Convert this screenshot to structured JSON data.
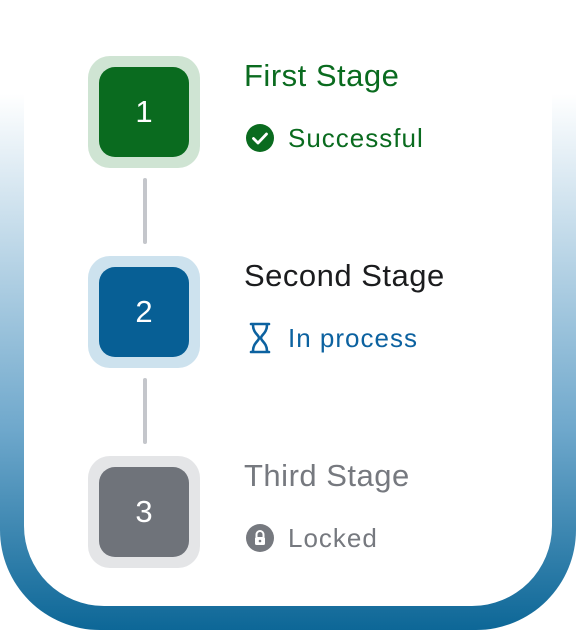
{
  "steps": [
    {
      "number": "1",
      "title": "First Stage",
      "status": "Successful",
      "status_icon": "check-circle-icon",
      "state": "done",
      "colors": {
        "accent": "#0a6b1f",
        "halo": "#cfe4d3",
        "title": "#0a6b1f",
        "status": "#0a6b1f"
      }
    },
    {
      "number": "2",
      "title": "Second Stage",
      "status": "In process",
      "status_icon": "hourglass-icon",
      "state": "active",
      "colors": {
        "accent": "#075f95",
        "halo": "#cde2ee",
        "title": "#1b1c1e",
        "status": "#0c62a0"
      }
    },
    {
      "number": "3",
      "title": "Third Stage",
      "status": "Locked",
      "status_icon": "lock-icon",
      "state": "locked",
      "colors": {
        "accent": "#6f737a",
        "halo": "#e4e5e7",
        "title": "#76797f",
        "status": "#76797f"
      }
    }
  ]
}
